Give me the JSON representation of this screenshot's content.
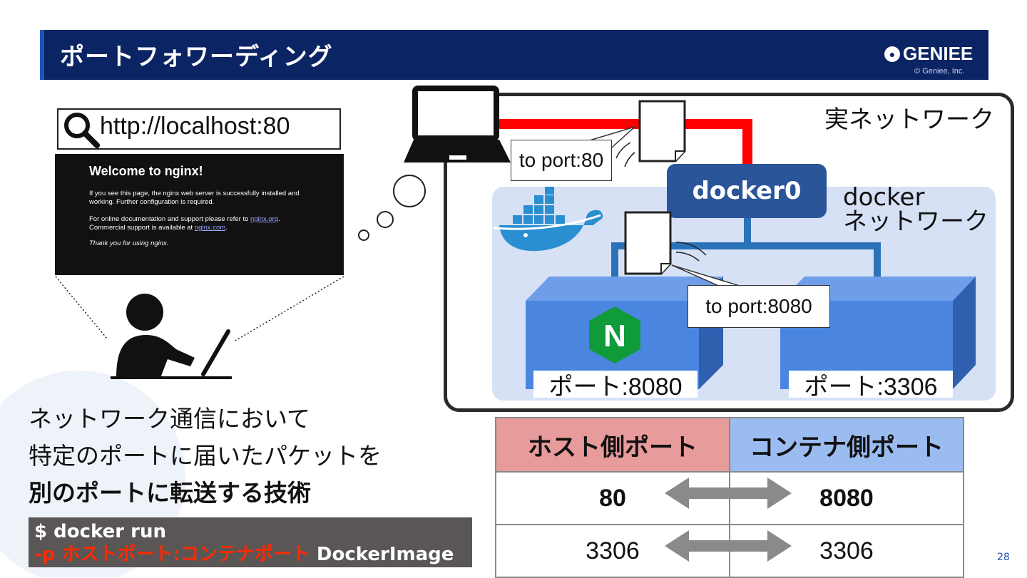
{
  "header": {
    "title": "ポートフォワーディング",
    "logo": "GENIEE",
    "copyright": "© Geniee, Inc."
  },
  "browser": {
    "url": "http://localhost:80",
    "nginx_title": "Welcome to nginx!",
    "nginx_p1": "If you see this page, the nginx web server is successfully installed and working. Further configuration is required.",
    "nginx_p2a": "For online documentation and support please refer to ",
    "nginx_link1": "nginx.org",
    "nginx_p2b": ".",
    "nginx_p2c": "Commercial support is available at ",
    "nginx_link2": "nginx.com",
    "nginx_p2d": ".",
    "nginx_p3": "Thank you for using nginx."
  },
  "diagram": {
    "real_network": "実ネットワーク",
    "docker0": "docker0",
    "docker_network_line1": "docker",
    "docker_network_line2": "ネットワーク",
    "callout_host": "to port:80",
    "callout_container": "to port:8080",
    "port_left": "ポート:8080",
    "port_right": "ポート:3306",
    "nginx_logo_letter": "N"
  },
  "description": {
    "line1": "ネットワーク通信において",
    "line2": "特定のポートに届いたパケットを",
    "line3": "別のポートに転送する技術"
  },
  "command": {
    "line1": "$ docker run",
    "option": "-p ホストポート:コンテナポート",
    "image": " DockerImage"
  },
  "table": {
    "header_host": "ホスト側ポート",
    "header_container": "コンテナ側ポート",
    "rows": [
      {
        "host": "80",
        "container": "8080"
      },
      {
        "host": "3306",
        "container": "3306"
      }
    ]
  },
  "page_number": "28",
  "colors": {
    "header_bg": "#0b2463",
    "red_line": "#ff0000",
    "blue_line": "#2a72b8",
    "container_blue": "#4a86e0",
    "host_header": "#e89b9b",
    "container_header": "#9bbcf0"
  }
}
